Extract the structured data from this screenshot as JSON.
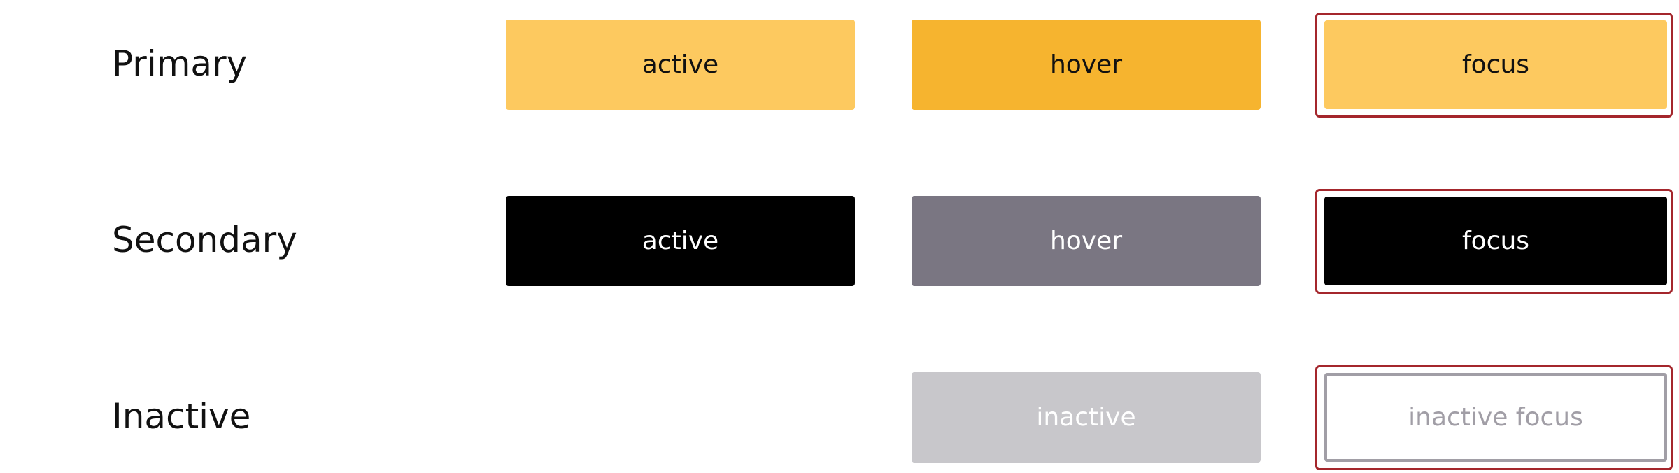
{
  "rows": {
    "primary": {
      "label": "Primary",
      "active_label": "active",
      "hover_label": "hover",
      "focus_label": "focus"
    },
    "secondary": {
      "label": "Secondary",
      "active_label": "active",
      "hover_label": "hover",
      "focus_label": "focus"
    },
    "inactive": {
      "label": "Inactive",
      "inactive_label": "inactive",
      "inactive_focus_label": "inactive focus"
    }
  },
  "colors": {
    "primary_active": "#fdc95f",
    "primary_hover": "#f6b42f",
    "secondary_active": "#000000",
    "secondary_hover": "#7a7682",
    "inactive_fill": "#c8c7cb",
    "inactive_text": "#a19ea6",
    "focus_ring": "#a4262c"
  }
}
